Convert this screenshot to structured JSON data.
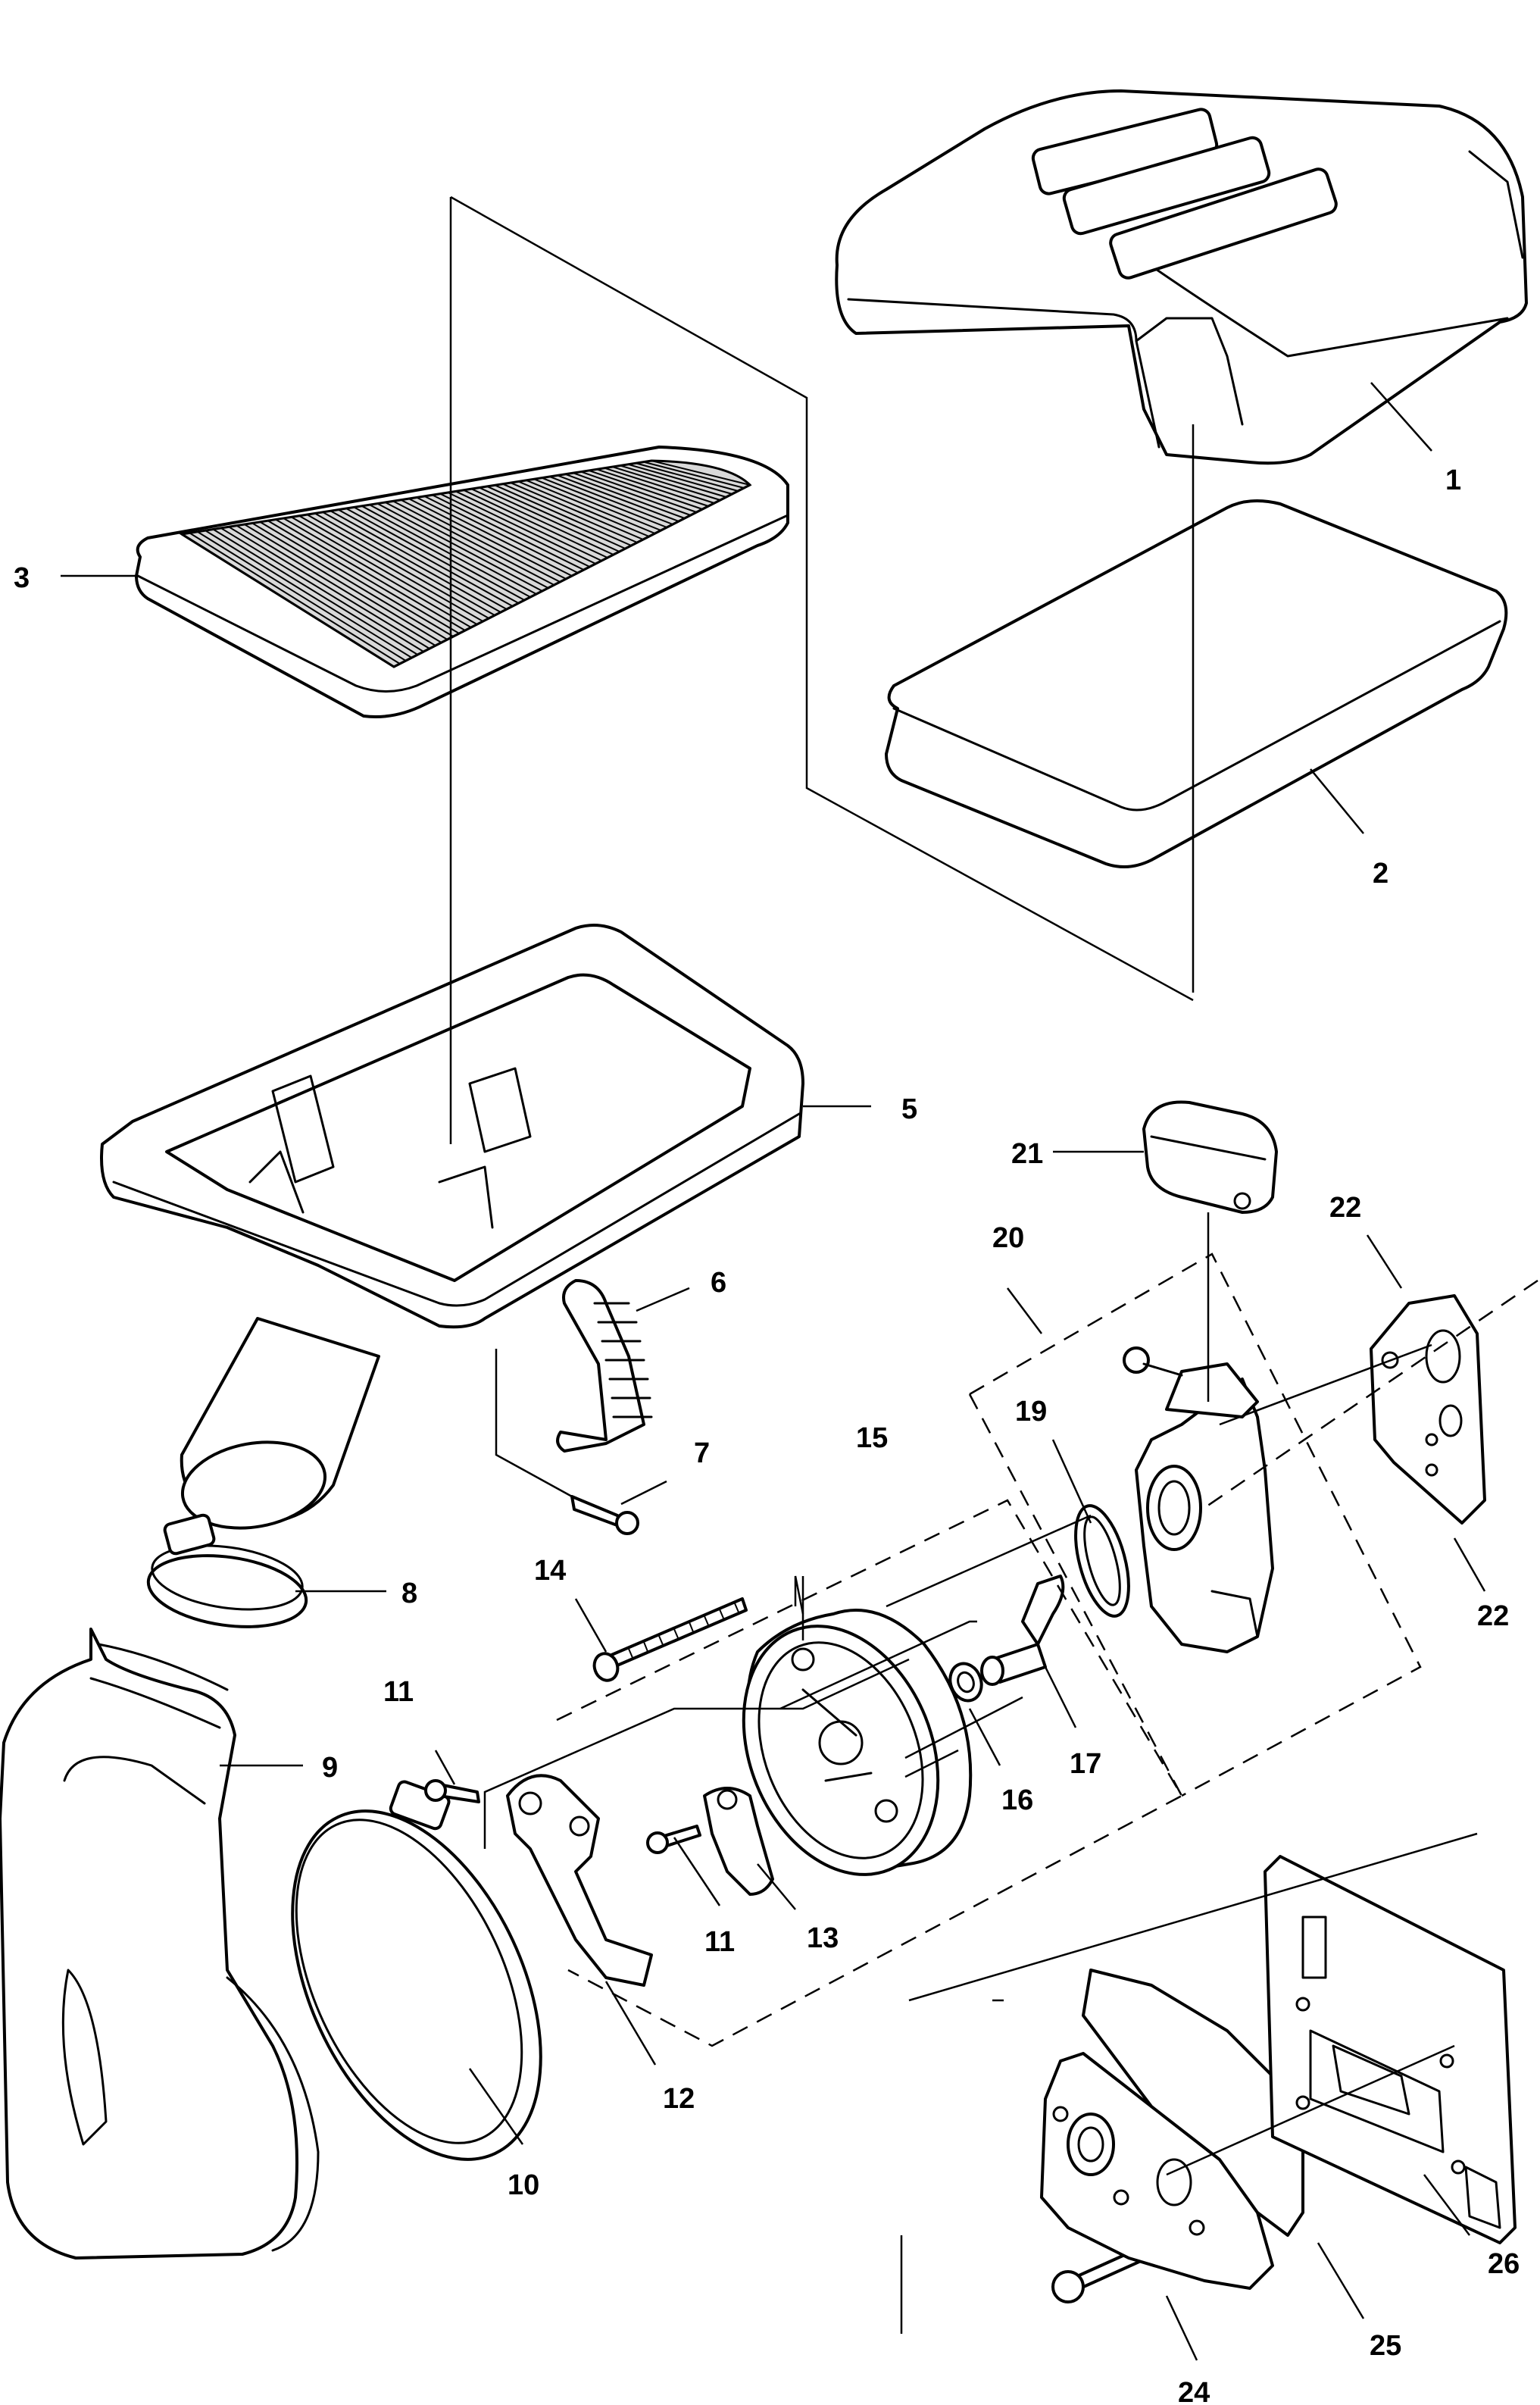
{
  "diagram": {
    "callouts": [
      {
        "id": "1",
        "label": "1"
      },
      {
        "id": "2",
        "label": "2"
      },
      {
        "id": "3",
        "label": "3"
      },
      {
        "id": "5",
        "label": "5"
      },
      {
        "id": "6",
        "label": "6"
      },
      {
        "id": "7",
        "label": "7"
      },
      {
        "id": "8",
        "label": "8"
      },
      {
        "id": "9",
        "label": "9"
      },
      {
        "id": "10",
        "label": "10"
      },
      {
        "id": "11a",
        "label": "11"
      },
      {
        "id": "11b",
        "label": "11"
      },
      {
        "id": "12",
        "label": "12"
      },
      {
        "id": "13",
        "label": "13"
      },
      {
        "id": "14",
        "label": "14"
      },
      {
        "id": "15",
        "label": "15"
      },
      {
        "id": "16",
        "label": "16"
      },
      {
        "id": "17",
        "label": "17"
      },
      {
        "id": "19",
        "label": "19"
      },
      {
        "id": "20",
        "label": "20"
      },
      {
        "id": "21",
        "label": "21"
      },
      {
        "id": "22a",
        "label": "22"
      },
      {
        "id": "22b",
        "label": "22"
      },
      {
        "id": "24",
        "label": "24"
      },
      {
        "id": "25",
        "label": "25"
      },
      {
        "id": "26",
        "label": "26"
      }
    ]
  }
}
